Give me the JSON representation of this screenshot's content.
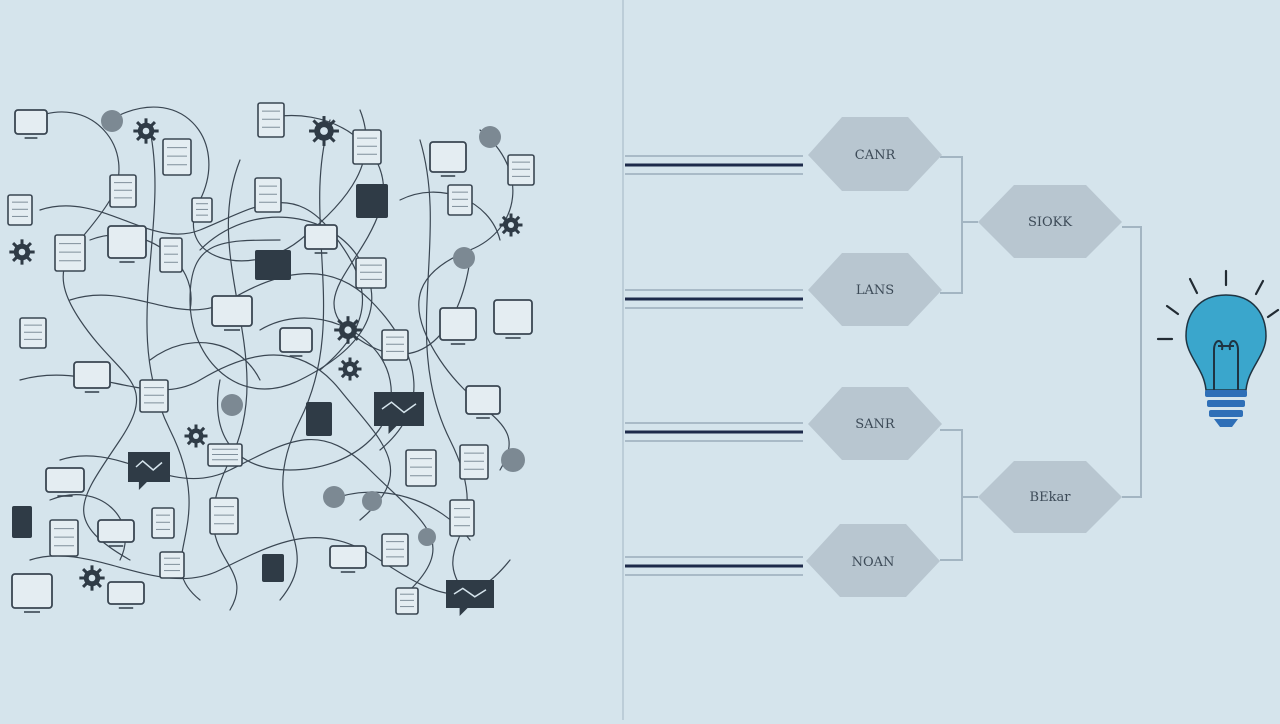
{
  "colors": {
    "background": "#d5e4ec",
    "divider": "#b9ccd8",
    "doodle_ink": "#3a4652",
    "icon_dark": "#2f3b46",
    "diamond_fill": "#b8c6d0",
    "connector": "#9aadbb",
    "input_line_dark": "#1d2a4a",
    "input_line_light": "#a9bac7",
    "bulb": "#3aa6cc",
    "bulb_base": "#2f6fb7"
  },
  "diagram": {
    "left_panel": {
      "description_icon": "tangled-network-of-documents-icon"
    },
    "first_stage_nodes": [
      {
        "label": "CANR"
      },
      {
        "label": "LANS"
      },
      {
        "label": "SANR"
      },
      {
        "label": "NOAN"
      }
    ],
    "second_stage_nodes": [
      {
        "label": "SIOKK"
      },
      {
        "label": "BEkar"
      }
    ],
    "output": {
      "icon": "lightbulb-icon"
    }
  }
}
